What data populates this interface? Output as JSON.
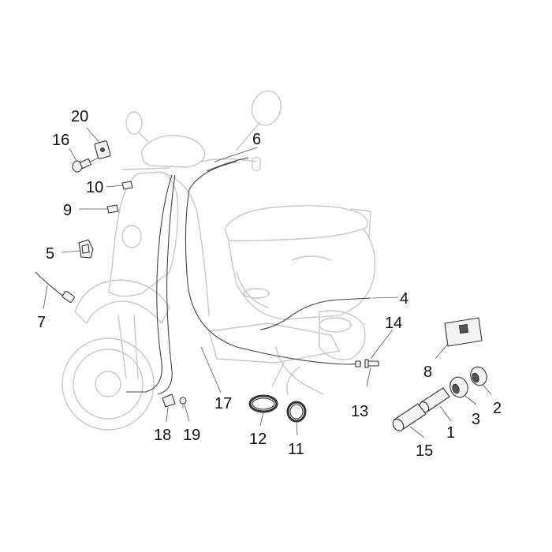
{
  "callouts": {
    "c1": "1",
    "c2": "2",
    "c3": "3",
    "c4": "4",
    "c5": "5",
    "c6": "6",
    "c7": "7",
    "c8": "8",
    "c9": "9",
    "c10": "10",
    "c11": "11",
    "c12": "12",
    "c13": "13",
    "c14": "14",
    "c15": "15",
    "c16": "16",
    "c17": "17",
    "c18": "18",
    "c19": "19",
    "c20": "20"
  },
  "colors": {
    "outline": "#c8c8c8",
    "part_stroke": "#333333",
    "text": "#111111"
  }
}
